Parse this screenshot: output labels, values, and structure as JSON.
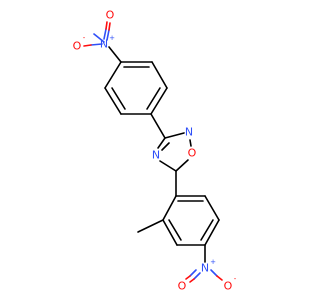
{
  "molecule": {
    "colors": {
      "bond": "#000000",
      "nitrogen": "#3050f8",
      "oxygen": "#ff0d0d",
      "background": "#ffffff"
    },
    "labels": {
      "top_nitro_o_charged": "O",
      "top_nitro_o_charge": "-",
      "top_nitro_n": "N",
      "top_nitro_n_charge": "+",
      "top_nitro_o": "O",
      "ring_n_left": "N",
      "ring_n_right": "N",
      "ring_o": "O",
      "bottom_nitro_n": "N",
      "bottom_nitro_n_charge": "+",
      "bottom_nitro_o_left": "O",
      "bottom_nitro_o_right": "O",
      "bottom_nitro_o_charge": "-"
    }
  }
}
